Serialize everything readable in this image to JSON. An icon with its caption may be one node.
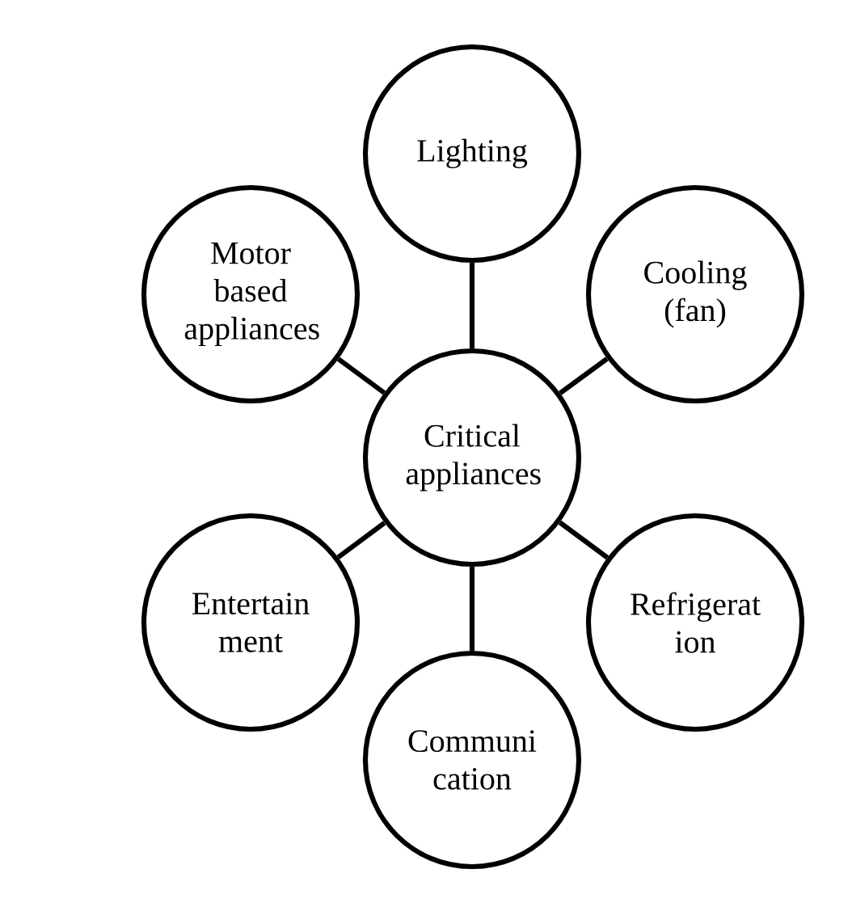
{
  "diagram": {
    "nodes": [
      {
        "text": [
          "Lighting"
        ]
      },
      {
        "text": [
          "Motor based appliances"
        ]
      },
      {
        "text": [
          "Cooling (fan)"
        ]
      },
      {
        "text": [
          "Critical appliances"
        ]
      },
      {
        "text": [
          "Entertain ment"
        ]
      },
      {
        "text": [
          "Refrigerat ion"
        ]
      },
      {
        "text": [
          "Communi cation"
        ]
      }
    ],
    "edges": [
      {
        "from": 3,
        "to": 0,
        "arrow": "none"
      },
      {
        "from": 3,
        "to": 2,
        "arrow": "none"
      },
      {
        "from": 3,
        "to": 5,
        "arrow": "none"
      },
      {
        "from": 3,
        "to": 6,
        "arrow": "none"
      },
      {
        "from": 3,
        "to": 4,
        "arrow": "none"
      },
      {
        "from": 3,
        "to": 1,
        "arrow": "none"
      }
    ]
  }
}
